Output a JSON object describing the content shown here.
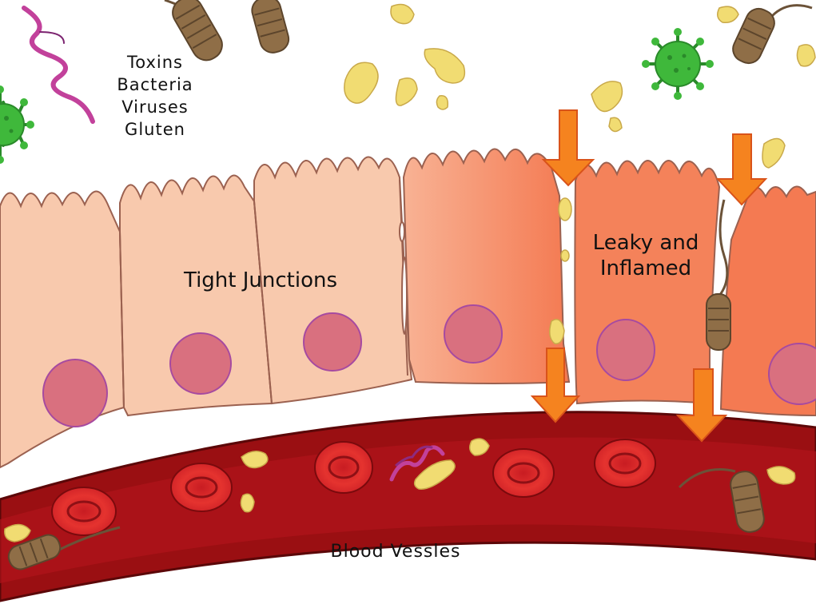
{
  "labels": {
    "threats": [
      "Toxins",
      "Bacteria",
      "Viruses",
      "Gluten"
    ],
    "tight_junctions": "Tight Junctions",
    "leaky_line1": "Leaky and",
    "leaky_line2": "Inflamed",
    "blood_vessels": "Blood Vessles"
  },
  "colors": {
    "healthy_cell": "#f8c9ad",
    "inflamed_cell": "#f47a52",
    "nucleus": "#d9707f",
    "vessel": "#9a0f12",
    "vessel_inner": "#b2141b",
    "red_blood_cell": "#e0282d",
    "gluten": "#f1dc72",
    "virus": "#3fb83b",
    "arrow": "#f5831f",
    "bacteria_brown": "#8f6e47",
    "spirochete": "#c2419b"
  },
  "icons": [
    "virus-icon",
    "rod-bacterium-icon",
    "spirochete-icon",
    "gluten-particle-icon",
    "red-blood-cell-icon",
    "down-arrow-icon"
  ]
}
